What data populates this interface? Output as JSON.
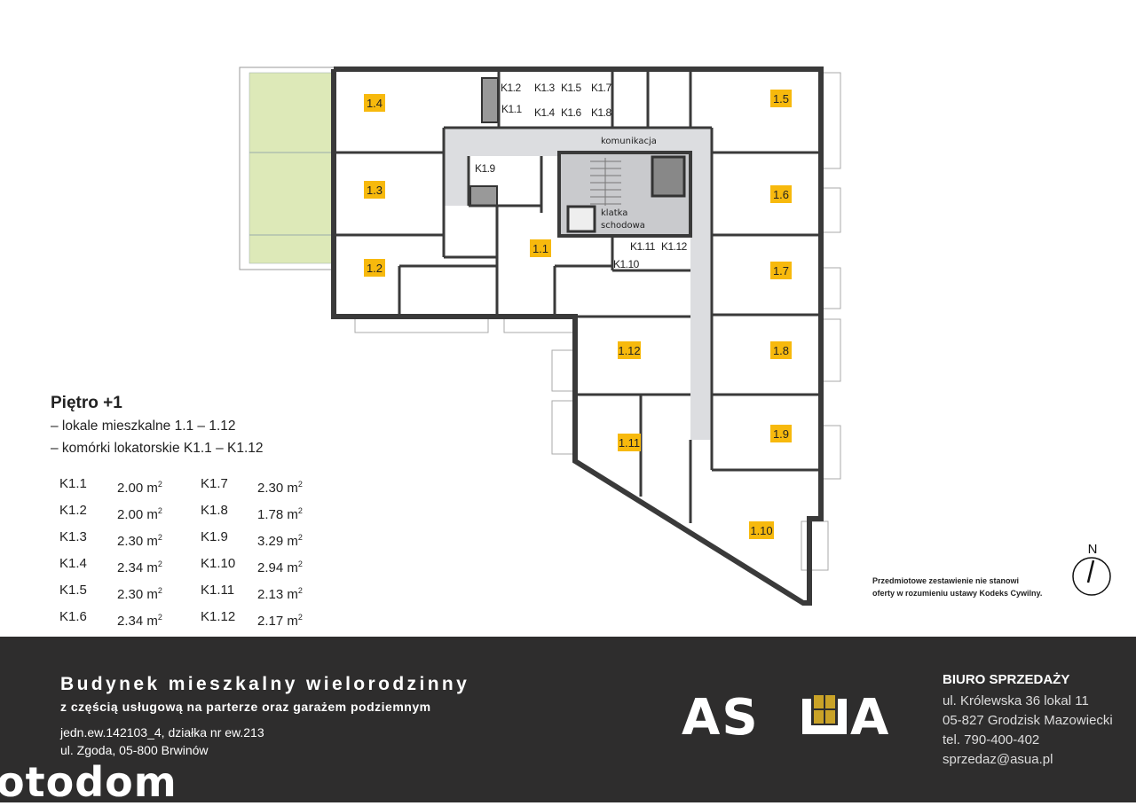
{
  "plan": {
    "apartments": [
      "1.1",
      "1.2",
      "1.3",
      "1.4",
      "1.5",
      "1.6",
      "1.7",
      "1.8",
      "1.9",
      "1.10",
      "1.11",
      "1.12"
    ],
    "storage_labels": [
      "K1.1",
      "K1.2",
      "K1.3",
      "K1.4",
      "K1.5",
      "K1.6",
      "K1.7",
      "K1.8",
      "K1.9",
      "K1.10",
      "K1.11",
      "K1.12"
    ],
    "corridor_label": "komunikacja",
    "stair_label_1": "klatka",
    "stair_label_2": "schodowa",
    "north_label": "N",
    "colors": {
      "apartment_tag": "#f7b90d",
      "terrace": "#dde9b8",
      "corridor": "#dcdde0",
      "wall": "#3a3a3a"
    }
  },
  "legend": {
    "title": "Piętro +1",
    "line1": "– lokale mieszkalne 1.1 – 1.12",
    "line2": "– komórki lokatorskie K1.1 – K1.12",
    "unit": "m",
    "unit_sup": "2",
    "storage": [
      {
        "id": "K1.1",
        "area": "2.00"
      },
      {
        "id": "K1.2",
        "area": "2.00"
      },
      {
        "id": "K1.3",
        "area": "2.30"
      },
      {
        "id": "K1.4",
        "area": "2.34"
      },
      {
        "id": "K1.5",
        "area": "2.30"
      },
      {
        "id": "K1.6",
        "area": "2.34"
      },
      {
        "id": "K1.7",
        "area": "2.30"
      },
      {
        "id": "K1.8",
        "area": "1.78"
      },
      {
        "id": "K1.9",
        "area": "3.29"
      },
      {
        "id": "K1.10",
        "area": "2.94"
      },
      {
        "id": "K1.11",
        "area": "2.13"
      },
      {
        "id": "K1.12",
        "area": "2.17"
      }
    ]
  },
  "disclaimer": {
    "line1": "Przedmiotowe zestawienie nie stanowi",
    "line2": "oferty w rozumieniu ustawy Kodeks Cywilny."
  },
  "footer": {
    "title": "Budynek mieszkalny wielorodzinny",
    "subtitle": "z częścią usługową na parterze oraz garażem podziemnym",
    "address1": "jedn.ew.142103_4, działka nr ew.213",
    "address2": "ul. Zgoda, 05-800 Brwinów",
    "logo": "ASUA",
    "sales_title": "BIURO SPRZEDAŻY",
    "sales_lines": [
      "ul. Królewska 36 lokal 11",
      "05-827 Grodzisk Mazowiecki",
      "tel. 790-400-402",
      "sprzedaz@asua.pl"
    ],
    "watermark": "otodom",
    "colors": {
      "background": "#2e2d2d",
      "logo_accent": "#c9a227"
    }
  }
}
